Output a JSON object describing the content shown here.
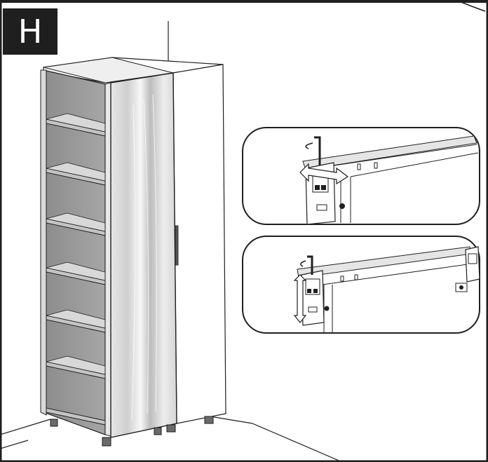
{
  "step": {
    "letter": "H"
  },
  "figure": {
    "main_illustration": "tall-cabinet-with-mirror-door",
    "detail_panels": [
      "hinge-adjustment-horizontal",
      "hinge-adjustment-vertical"
    ],
    "icons": [
      "hex-key-icon",
      "rotate-arrow-icon",
      "double-arrow-horizontal-icon",
      "double-arrow-vertical-icon"
    ]
  },
  "colors": {
    "ink": "#1f1f1f",
    "panel_gray": "#9a9a9a",
    "panel_gray_dark": "#7d7d7d",
    "mirror_light": "#f2f2f2",
    "mirror_mid": "#c9c9c9"
  }
}
